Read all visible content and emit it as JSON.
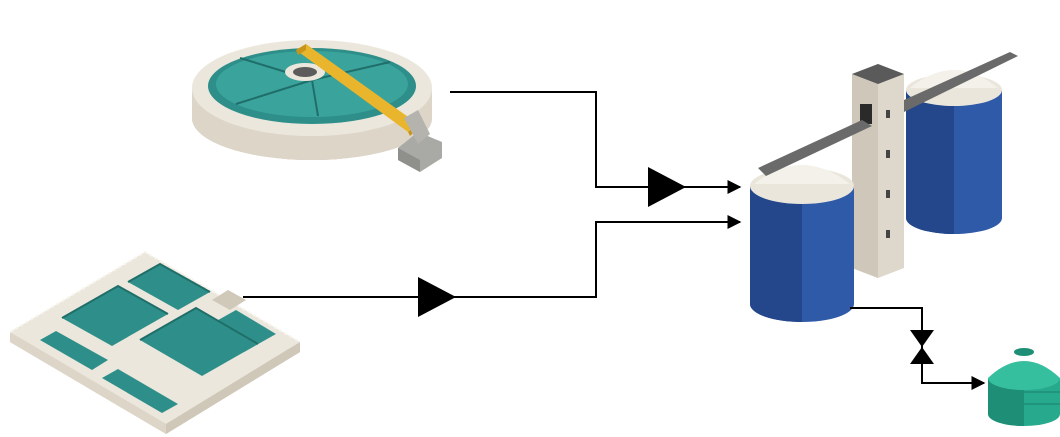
{
  "diagram": {
    "nodes": [
      {
        "id": "clarifier",
        "icon": "circular-clarifier-icon"
      },
      {
        "id": "filter-beds",
        "icon": "rectangular-basins-icon"
      },
      {
        "id": "digester-silos",
        "icon": "twin-silo-tanks-icon"
      },
      {
        "id": "storage-tank",
        "icon": "storage-tank-icon"
      }
    ],
    "connections": [
      {
        "from": "clarifier",
        "to": "digester-silos",
        "marker": "flow-triangle"
      },
      {
        "from": "filter-beds",
        "to": "digester-silos",
        "marker": "flow-triangle"
      },
      {
        "from": "digester-silos",
        "to": "storage-tank",
        "marker": "valve"
      }
    ],
    "colors": {
      "line": "#000000",
      "teal_water": "#2e8f8a",
      "concrete": "#e7e1d6",
      "silo_blue": "#2f5aa8",
      "bridge_yellow": "#e8b52c",
      "tank_green": "#27a98d"
    }
  }
}
